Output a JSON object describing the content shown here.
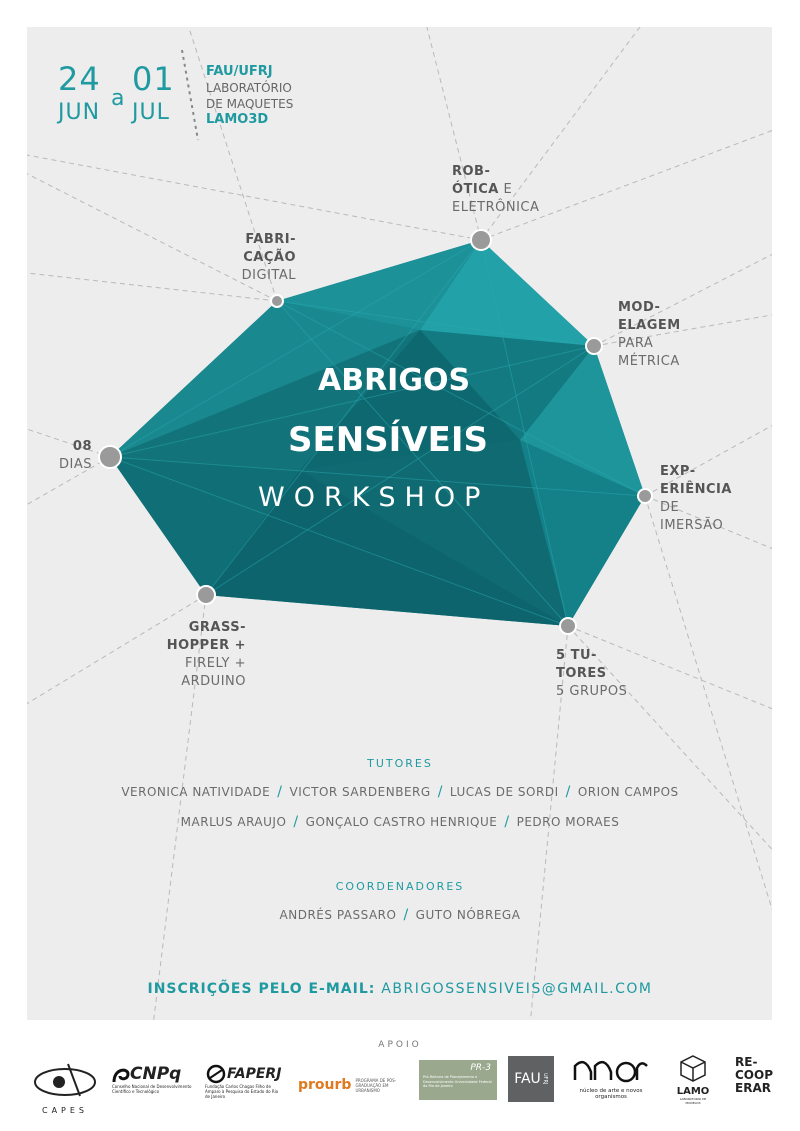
{
  "dates": {
    "start_day": "24",
    "start_month": "JUN",
    "connector": "a",
    "end_day": "01",
    "end_month": "JUL"
  },
  "venue": {
    "line1": "FAU/UFRJ",
    "line2": "LABORATÓRIO",
    "line3": "DE MAQUETES",
    "line4": "LAMO3D"
  },
  "title": {
    "line1": "ABRIGOS",
    "line2": "SENSÍVEIS",
    "line3": "WORKSHOP"
  },
  "nodes": {
    "robotica": {
      "bold1": "ROB-",
      "bold2": "ÓTICA",
      "rest2": " E",
      "rest3": "ELETRÔNICA"
    },
    "fabricacao": {
      "bold1": "FABRI-",
      "bold2": "CAÇÃO",
      "rest3": "DIGITAL"
    },
    "modelagem": {
      "bold1": "MOD-",
      "bold2": "ELAGEM",
      "rest3": "PARA",
      "rest4": "MÉTRICA"
    },
    "dias": {
      "bold1": "08",
      "rest2": "DIAS"
    },
    "experiencia": {
      "bold1": "EXP-",
      "bold2": "ERIÊNCIA",
      "rest3": "DE",
      "rest4": "IMERSÃO"
    },
    "grasshopper": {
      "bold1": "GRASS-",
      "bold2": "HOPPER +",
      "rest3": "FIRELY +",
      "rest4": "ARDUINO"
    },
    "tutores": {
      "bold1": "5 TU-",
      "bold2": "TORES",
      "rest3": "5 GRUPOS"
    }
  },
  "tutors": {
    "heading": "TUTORES",
    "row1": [
      "VERONICA NATIVIDADE",
      "VICTOR SARDENBERG",
      "LUCAS DE SORDI",
      "ORION CAMPOS"
    ],
    "row2": [
      "MARLUS ARAUJO",
      "GONÇALO CASTRO HENRIQUE",
      "PEDRO MORAES"
    ]
  },
  "coordinators": {
    "heading": "COORDENADORES",
    "names": [
      "ANDRÉS PASSARO",
      "GUTO NÓBREGA"
    ]
  },
  "registration": {
    "label": "INSCRIÇÕES PELO E-MAIL:",
    "email": "ABRIGOSSENSIVEIS@GMAIL.COM"
  },
  "sponsors": {
    "heading": "APOIO",
    "capes": "CAPES",
    "cnpq": "CNPq",
    "cnpq_sub": "Conselho Nacional de Desenvolvimento Científico e Tecnológico",
    "faperj": "FAPERJ",
    "faperj_sub": "Fundação Carlos Chagas Filho de Amparo à Pesquisa do Estado do Rio de Janeiro",
    "prourb": "prourb",
    "prourb_sub": "PROGRAMA DE PÓS-GRADUAÇÃO EM URBANISMO",
    "pr3": "PR-3",
    "pr3_sub": "Pró-Reitoria de Planejamento e Desenvolvimento Universidade Federal do Rio de Janeiro",
    "fau": "FAU",
    "fau_sub": "UFRJ",
    "nano": "NANO",
    "nano_sub": "núcleo de arte e novos organismos",
    "lamo": "LAMO",
    "lamo_sub": "LABORATÓRIO DE MODELOS",
    "recooperar1": "RE-",
    "recooperar2": "COOP",
    "recooperar3": "ERAR"
  },
  "colors": {
    "teal": "#1f9aa0",
    "dark_teal": "#0f6f7a",
    "background": "#ededee",
    "node": "#9a9a9a"
  }
}
